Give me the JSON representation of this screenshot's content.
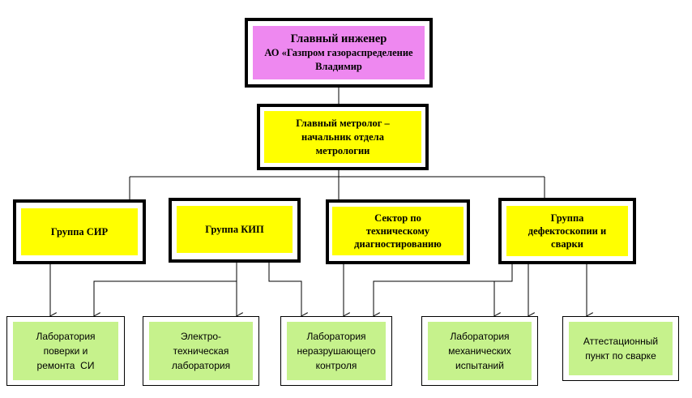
{
  "colors": {
    "chief_fill": "#ee88f0",
    "group_fill": "#ffff00",
    "lab_fill": "#c6f28c",
    "border": "#000000"
  },
  "chief_engineer": {
    "title": "Главный инженер",
    "org_line1": "АО «Газпром газораспределение",
    "org_line2": "Владимир"
  },
  "chief_metrologist": {
    "line1": "Главный метролог –",
    "line2": "начальник отдела",
    "line3": "метрологии"
  },
  "groups": {
    "sir": "Группа СИР",
    "kip": "Группа КИП",
    "sector": [
      "Сектор по",
      "техническому",
      "диагностированию"
    ],
    "defect": [
      "Группа",
      "дефектоскопии и",
      "сварки"
    ]
  },
  "labs": {
    "verification": [
      "Лаборатория",
      "поверки и",
      "ремонта  СИ"
    ],
    "electro": [
      "Электро-",
      "техническая",
      "лаборатория"
    ],
    "ndt": [
      "Лаборатория",
      "неразрушающего",
      "контроля"
    ],
    "mechanical": [
      "Лаборатория",
      "механических",
      "испытаний"
    ],
    "welding": [
      "Аттестационный",
      "пункт по сварке"
    ]
  }
}
